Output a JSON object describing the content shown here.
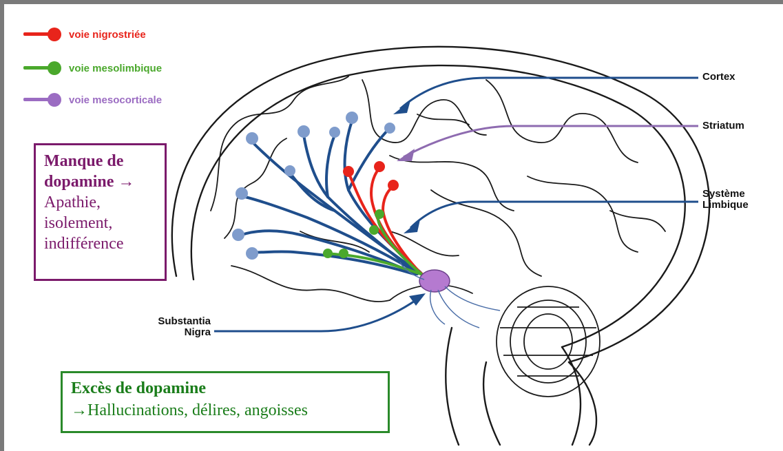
{
  "legend": [
    {
      "label": "voie nigrostriée",
      "color": "#e8241b"
    },
    {
      "label": "voie mesolimbique",
      "color": "#4aa82c"
    },
    {
      "label": "voie mesocorticale",
      "color": "#9b6cc2"
    }
  ],
  "regions": {
    "cortex": "Cortex",
    "striatum": "Striatum",
    "systeme_limbique_1": "Système",
    "systeme_limbique_2": "Limbique",
    "substantia_nigra_1": "Substantia",
    "substantia_nigra_2": "Nigra"
  },
  "lack_box": {
    "title_line1": "Manque de",
    "title_line2": "dopamine →",
    "line1": "Apathie,",
    "line2": "isolement,",
    "line3": "indifférence"
  },
  "excess_box": {
    "title": "Excès de dopamine",
    "body": "→Hallucinations, délires, angoisses"
  },
  "colors": {
    "pointer_blue": "#1f4e8c",
    "pointer_purple": "#8e6bb0",
    "lack_border": "#7b1a6b",
    "excess_border": "#2a8a2a",
    "frame": "#7a7a7a"
  }
}
